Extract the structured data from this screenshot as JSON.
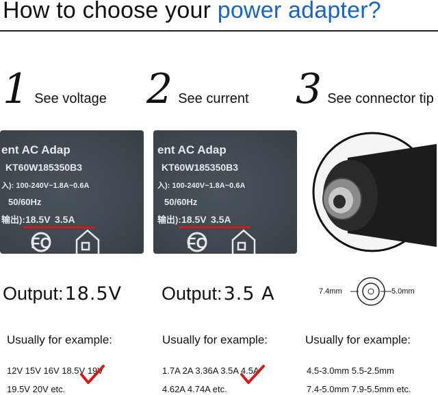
{
  "header": {
    "title_plain": "How to choose your ",
    "title_accent": "power adapter?",
    "accent_color": "#1a63c4"
  },
  "steps": [
    {
      "number": "1",
      "label": "See voltage"
    },
    {
      "number": "2",
      "label": "See current"
    },
    {
      "number": "3",
      "label": "See connector tip"
    }
  ],
  "adapter_label": {
    "line1": "ent AC Adap",
    "model": "KT60W185350B3",
    "input": "入): 100-240V~1.8A~0.6A",
    "freq": "50/60Hz",
    "output_prefix": "输出):",
    "output_voltage": "18.5V",
    "output_current": "3.5A",
    "fc_mark": "FC",
    "label_color": "#3a4148",
    "underline_color": "#d21a1a"
  },
  "outputs": [
    {
      "prefix": "Output:",
      "value": "18.5V"
    },
    {
      "prefix": "Output:",
      "value": "3.5 A"
    }
  ],
  "connector": {
    "outer_diameter": "7.4mm",
    "inner_diameter": "5.0mm"
  },
  "usually_label": "Usually for example:",
  "examples": {
    "voltage": [
      "12V 15V 16V 18.5V 19V",
      "19.5V 20V etc."
    ],
    "current": [
      "1.7A 2A 3.36A 3.5A 4.5A",
      "4.62A 4.74A etc."
    ],
    "connector": [
      "4.5-3.0mm 5.5-2.5mm",
      "7.4-5.0mm 7.9-5.5mm etc."
    ]
  },
  "check_color": "#d21a1a"
}
